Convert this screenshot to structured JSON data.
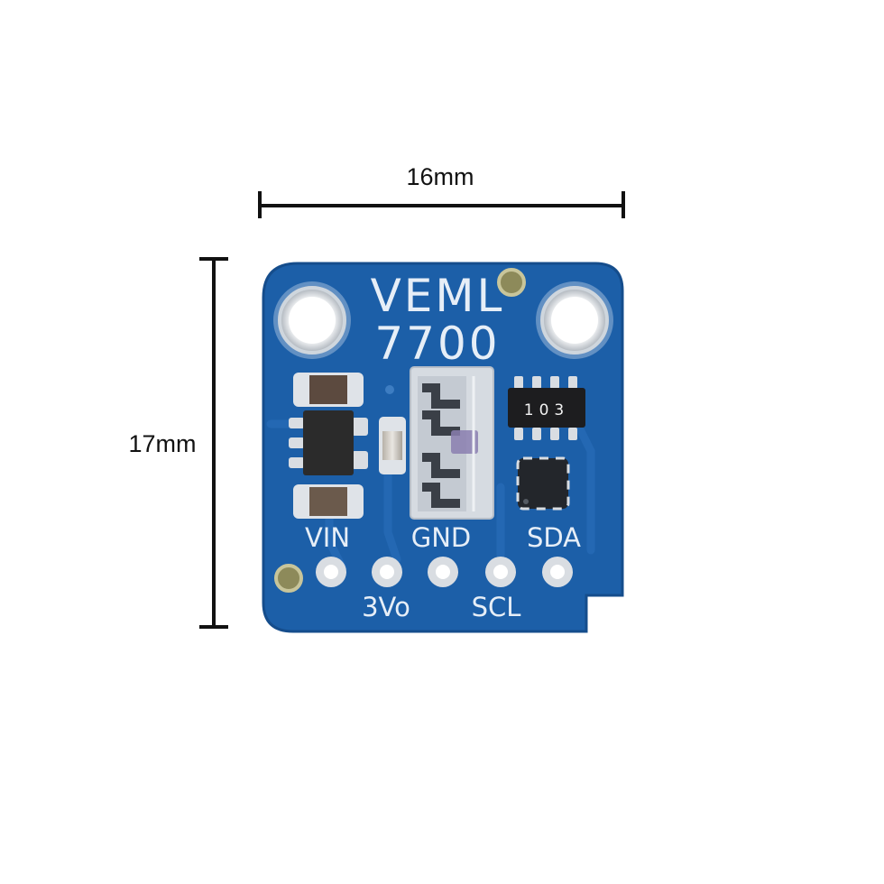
{
  "dimensions": {
    "width_label": "16mm",
    "height_label": "17mm"
  },
  "board": {
    "title_line1": "VEML",
    "title_line2": "7700",
    "chip_marking": "103",
    "pin_labels_top": [
      "VIN",
      "GND",
      "SDA"
    ],
    "pin_labels_bottom": [
      "3Vo",
      "SCL"
    ],
    "colors": {
      "pcb": "#1c5fa8",
      "pcb_edge": "#154d8c",
      "silkscreen": "#e6eef7",
      "pad": "#d9dde2"
    }
  }
}
